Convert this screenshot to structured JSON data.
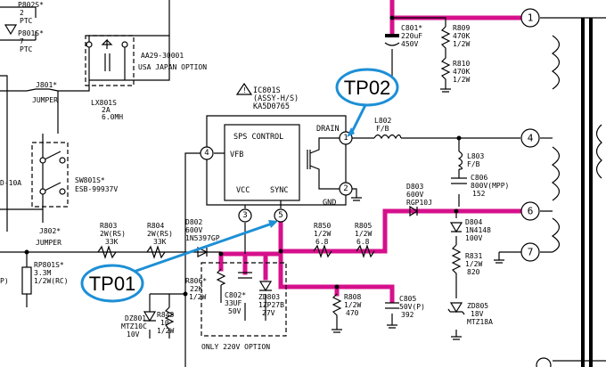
{
  "callouts": {
    "tp02": "TP02",
    "tp01": "TP01"
  },
  "ic": {
    "ref": "IC801S",
    "assy": "(ASSY-H/S)",
    "part": "KA5D0765",
    "block_label": "SPS CONTROL",
    "pins": {
      "drain": "DRAIN",
      "vfb": "VFB",
      "vcc": "VCC",
      "sync": "SYNC",
      "gnd": "GND"
    },
    "pin_numbers": [
      "1",
      "2",
      "3",
      "4",
      "5"
    ]
  },
  "connectors": [
    "1",
    "4",
    "6",
    "7"
  ],
  "labels": {
    "p802s": "P802S*",
    "p802s_val": "2",
    "ptc": "PTC",
    "p801s": "P801S*",
    "p801s_val": "7",
    "aa29": "AA29-30001",
    "usa_japan": "USA JAPAN OPTION",
    "lx801s": "LX801S",
    "lx801s_a": "2A",
    "lx801s_l": "6.0MH",
    "j801": "J801*",
    "j801_t": "JUMPER",
    "sw801s": "SW801S*",
    "sw801s_p": "ESB-99937V",
    "d10a": "D-10A",
    "j802": "J802*",
    "j802_t": "JUMPER",
    "r803": "R803",
    "r803_a": "2W(RS)",
    "r803_b": "33K",
    "r804": "R804",
    "r804_a": "2W(RS)",
    "r804_b": "33K",
    "rp801s": "RP801S*",
    "rp801s_a": "3.3M",
    "rp801s_b": "1/2W(RC)",
    "p_side": "P)",
    "d802": "D802",
    "d802_a": "600V",
    "d802_b": "1N5397GP",
    "r806": "R806*",
    "r806_a": "22K",
    "r806_b": "1/2W",
    "c802": "C802*",
    "c802_a": "33UF",
    "c802_b": "50V",
    "zd803": "ZD803",
    "zd803_a": "1ZP27B",
    "zd803_b": "27V",
    "dz801": "DZ801",
    "dz801_a": "MTZ10C",
    "dz801_b": "10V",
    "r843": "R843",
    "r843_a": "10",
    "r843_b": "1/2W",
    "only220": "ONLY 220V OPTION",
    "r850": "R850",
    "r850_a": "1/2W",
    "r850_b": "6.8",
    "r805": "R805",
    "r805_a": "1/2W",
    "r805_b": "6.8",
    "r808": "R808",
    "r808_a": "1/2W",
    "r808_b": "470",
    "c805": "C805",
    "c805_a": "50V(P)",
    "c805_b": "392",
    "c801": "C801*",
    "c801_a": "220uF",
    "c801_b": "450V",
    "r809": "R809",
    "r809_a": "470K",
    "r809_b": "1/2W",
    "r810": "R810",
    "r810_a": "470K",
    "r810_b": "1/2W",
    "l802": "L802",
    "l802_a": "F/B",
    "l803": "L803",
    "l803_a": "F/B",
    "c806": "C806",
    "c806_a": "800V(MPP)",
    "c806_b": "152",
    "d803": "D803",
    "d803_a": "600V",
    "d803_b": "RGP10J",
    "d804": "D804",
    "d804_a": "1N4148",
    "d804_b": "100V",
    "r831": "R831",
    "r831_a": "1/2W",
    "r831_b": "820",
    "zd805": "ZD805",
    "zd805_a": "18V",
    "zd805_b": "MTZ18A"
  }
}
